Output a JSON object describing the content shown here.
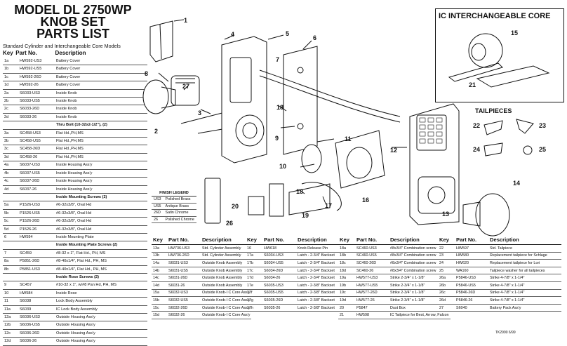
{
  "title": [
    "MODEL DL 2750WP",
    "KNOB SET",
    "PARTS LIST"
  ],
  "subtitle": "Standard Cylinder and Interchangeable Core Models",
  "main_headers": {
    "key": "Key",
    "part": "Part No.",
    "desc": "Description"
  },
  "main_rows": [
    {
      "k": "1a",
      "p": "HW592-US3",
      "d": "Battery Cover"
    },
    {
      "k": "1b",
      "p": "HW592-US5",
      "d": "Battery Cover"
    },
    {
      "k": "1c",
      "p": "HW592-26D",
      "d": "Battery Cover"
    },
    {
      "k": "1d",
      "p": "HW592-26",
      "d": "Battery Cover"
    },
    {
      "k": "2a",
      "p": "S6033-US3",
      "d": "Inside Knob"
    },
    {
      "k": "2b",
      "p": "S6033-US5",
      "d": "Inside Knob"
    },
    {
      "k": "2c",
      "p": "S6033-26D",
      "d": "Inside Knob"
    },
    {
      "k": "2d",
      "p": "S6033-26",
      "d": "Inside Knob"
    },
    {
      "k": "",
      "p": "",
      "d": "Thru Bolt (10-32x2-1/2\"), (2)",
      "h": true
    },
    {
      "k": "3a",
      "p": "SC458-US3",
      "d": "Flat Hd.,PH,MS"
    },
    {
      "k": "3b",
      "p": "SC458-US5",
      "d": "Flat Hd.,PH,MS"
    },
    {
      "k": "3c",
      "p": "SC458-26D",
      "d": "Flat Hd.,PH,MS"
    },
    {
      "k": "3d",
      "p": "SC458-26",
      "d": "Flat Hd.,PH,MS"
    },
    {
      "k": "4a",
      "p": "S6037-US3",
      "d": "Inside Housing Ass'y"
    },
    {
      "k": "4b",
      "p": "S6037-US5",
      "d": "Inside Housing Ass'y"
    },
    {
      "k": "4c",
      "p": "S6037-26D",
      "d": "Inside Housing Ass'y"
    },
    {
      "k": "4d",
      "p": "S6037-26",
      "d": "Inside Housing Ass'y"
    },
    {
      "k": "",
      "p": "",
      "d": "Inside Mounting Screws (2)",
      "h": true
    },
    {
      "k": "5a",
      "p": "P1526-US3",
      "d": "#6-32x3/8\", Oval Hd"
    },
    {
      "k": "5b",
      "p": "P1526-US5",
      "d": "#6-32x3/8\", Oval Hd"
    },
    {
      "k": "5c",
      "p": "P1526-26D",
      "d": "#6-32x3/8\", Oval Hd"
    },
    {
      "k": "5d",
      "p": "P1526-26",
      "d": "#6-32x3/8\", Oval Hd"
    },
    {
      "k": "6",
      "p": "HW594",
      "d": "Inside Mounting Plate"
    },
    {
      "k": "",
      "p": "",
      "d": "Inside Mounting Plate Screws (2)",
      "h": true
    },
    {
      "k": "7",
      "p": "SC459",
      "d": "#8-32 x 1\", Flat Hd., PH, MS"
    },
    {
      "k": "8a",
      "p": "P5851-26D",
      "d": "#8-40x1/4\", Flat Hd., PH, MS"
    },
    {
      "k": "8b",
      "p": "P5851-US3",
      "d": "#8-40x1/4\", Flat Hd., PH, MS"
    },
    {
      "k": "",
      "p": "",
      "d": "Inside Rose Screws (2)",
      "h": true
    },
    {
      "k": "9",
      "p": "SC457",
      "d": "#10-32 x 1\", w/#8 Pan Hd, PH, MS"
    },
    {
      "k": "10",
      "p": "HW584",
      "d": "Inside Rose"
    },
    {
      "k": "11",
      "p": "S6038",
      "d": "Lock Body Assembly"
    },
    {
      "k": "11a",
      "p": "S6039",
      "d": "IC Lock Body Assembly"
    },
    {
      "k": "12a",
      "p": "S6036-US3",
      "d": "Outside Housing Ass'y"
    },
    {
      "k": "12b",
      "p": "S6036-US5",
      "d": "Outside Housing Ass'y"
    },
    {
      "k": "12c",
      "p": "S6036-26D",
      "d": "Outside Housing Ass'y"
    },
    {
      "k": "12d",
      "p": "S6036-26",
      "d": "Outside Housing Ass'y"
    }
  ],
  "finish_legend": {
    "title": "FINISH LEGEND",
    "rows": [
      {
        "code": "US3",
        "name": "Polished Brass"
      },
      {
        "code": "US5",
        "name": "Antique Brass"
      },
      {
        "code": "26D",
        "name": "Satin Chrome"
      },
      {
        "code": "26",
        "name": "Polished Chrome"
      }
    ]
  },
  "bottom_tables": [
    {
      "headers": [
        "Key",
        "Part No.",
        "Description"
      ],
      "rows": [
        [
          "13a",
          "HW736-US3",
          "Std. Cylinder Assembly"
        ],
        [
          "13b",
          "HW736-26D",
          "Std. Cylinder Assembly"
        ],
        [
          "14a",
          "S6031-US3",
          "Outside Knob Assembly"
        ],
        [
          "14b",
          "S6031-US5",
          "Outside Knob Assembly"
        ],
        [
          "14c",
          "S6031-26D",
          "Outside Knob Assembly"
        ],
        [
          "14d",
          "S6031-26",
          "Outside Knob Assembly"
        ],
        [
          "15a",
          "S6032-US3",
          "Outside Knob-I C Core Ass'y"
        ],
        [
          "15b",
          "S6032-US5",
          "Outside Knob-I C Core Ass'y"
        ],
        [
          "15c",
          "S6032-26D",
          "Outside Knob-I C Core Ass'y"
        ],
        [
          "15d",
          "S6032-26",
          "Outside Knob-I C Core Ass'y"
        ]
      ]
    },
    {
      "headers": [
        "Key",
        "Part No.",
        "Description"
      ],
      "rows": [
        [
          "16",
          "HW618",
          "Knob Release Pin"
        ],
        [
          "17a",
          "S6034-US3",
          "Latch - 2-3/4\" Backset"
        ],
        [
          "17b",
          "S6034-US5",
          "Latch - 2-3/4\" Backset"
        ],
        [
          "17c",
          "S6034-26D",
          "Latch - 2-3/4\" Backset"
        ],
        [
          "17d",
          "S6034-26",
          "Latch - 2-3/4\" Backset"
        ],
        [
          "17e",
          "S6035-US3",
          "Latch - 2-3/8\" Backset"
        ],
        [
          "17f",
          "S6035-US5",
          "Latch - 2-3/8\" Backset"
        ],
        [
          "17g",
          "S6035-26D",
          "Latch - 2-3/8\" Backset"
        ],
        [
          "17h",
          "S6035-26",
          "Latch - 2-3/8\" Backset"
        ]
      ]
    },
    {
      "headers": [
        "Key",
        "Part No.",
        "Description"
      ],
      "rows": [
        [
          "18a",
          "SC460-US3",
          "#8x3/4\" Combination screw"
        ],
        [
          "18b",
          "SC460-US5",
          "#8x3/4\" Combination screw"
        ],
        [
          "18c",
          "SC460-26D",
          "#8x3/4\" Combination screw"
        ],
        [
          "18d",
          "SC460-26",
          "#8x3/4\" Combination screw"
        ],
        [
          "19a",
          "HW577-US3",
          "Strike 2-3/4\" x 1-1/8\""
        ],
        [
          "19b",
          "HW577-US5",
          "Strike 2-3/4\" x 1-1/8\""
        ],
        [
          "19c",
          "HW577-26D",
          "Strike 2-3/4\" x 1-1/8\""
        ],
        [
          "19d",
          "HW577-26",
          "Strike 2-3/4\" x 1-1/8\""
        ],
        [
          "20",
          "P5847",
          "Dust Box"
        ],
        [
          "21",
          "HW598",
          "IC Tailpiece for Best, Arrow, Falcon"
        ]
      ]
    },
    {
      "headers": [
        "Key",
        "Part No.",
        "Description"
      ],
      "rows": [
        [
          "22",
          "HW597",
          "Std. Tailpiece"
        ],
        [
          "23",
          "HW580",
          "Replacement tailpiece for Schlage"
        ],
        [
          "24",
          "HW620",
          "Replacement tailpiece for Lori"
        ],
        [
          "25",
          "WA160",
          "Tailpiece washer for all tailpieces"
        ],
        [
          "26a",
          "P5846-US3",
          "Strike 4-7/8\" x 1-1/4\""
        ],
        [
          "26b",
          "P5846-US5",
          "Strike 4-7/8\" x 1-1/4\""
        ],
        [
          "26c",
          "P5846-26D",
          "Strike 4-7/8\" x 1-1/4\""
        ],
        [
          "26d",
          "P5846-26",
          "Strike 4-7/8\" x 1-1/4\""
        ],
        [
          "27",
          "S6040",
          "Battery Pack Ass'y"
        ]
      ]
    }
  ],
  "ic_box_title": "IC INTERCHANGEABLE CORE",
  "tailpieces_label": "TAILPIECES",
  "footer": "TK2990   6/99",
  "callouts": [
    "1",
    "2",
    "3",
    "4",
    "5",
    "6",
    "7",
    "8",
    "9",
    "10",
    "11",
    "12",
    "13",
    "14",
    "15",
    "16",
    "17",
    "18",
    "18",
    "19",
    "20",
    "21",
    "22",
    "23",
    "24",
    "25",
    "26",
    "27"
  ]
}
